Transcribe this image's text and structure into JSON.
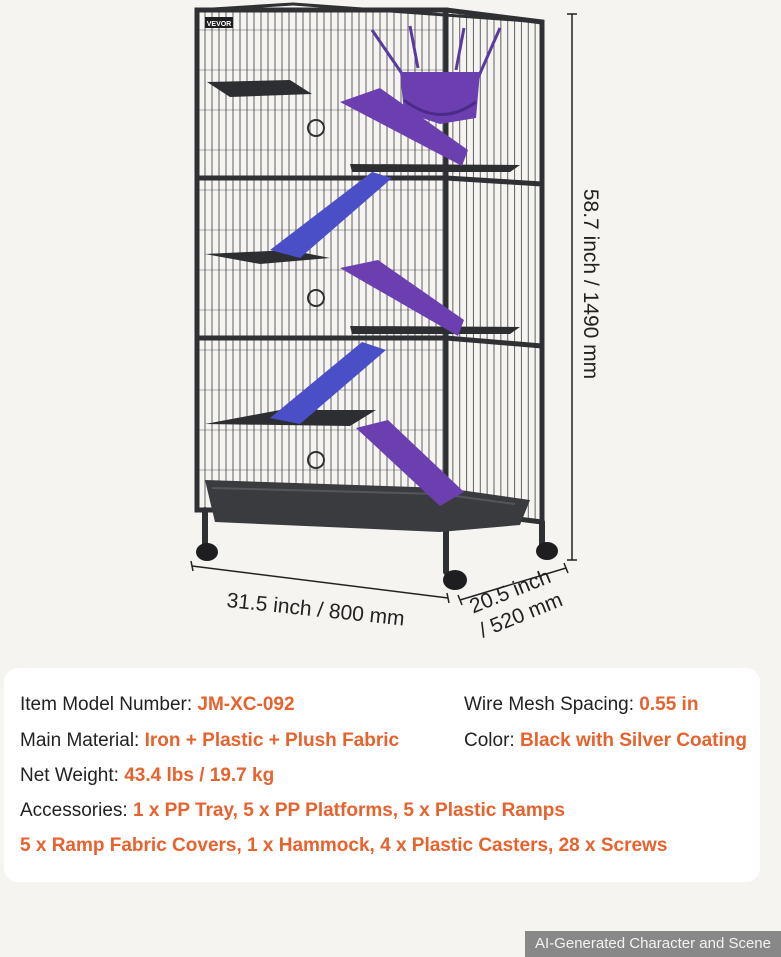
{
  "product": {
    "brand_label": "VEVOR",
    "colors": {
      "frame": "#2f3033",
      "ramp_blue": "#4a4fc8",
      "ramp_purple": "#6b3fb0",
      "accent_orange": "#e8622e"
    }
  },
  "dimensions": {
    "height": "58.7 inch / 1490 mm",
    "width": "31.5 inch / 800 mm",
    "depth_line1": "20.5 inch",
    "depth_line2": "/ 520 mm"
  },
  "specs": {
    "model_label": "Item Model Number: ",
    "model_value": "JM-XC-092",
    "mesh_label": "Wire Mesh Spacing: ",
    "mesh_value": "0.55 in",
    "material_label": "Main Material: ",
    "material_value": "Iron + Plastic + Plush Fabric",
    "color_label": "Color: ",
    "color_value": "Black with Silver Coating",
    "weight_label": "Net Weight: ",
    "weight_value": "43.4 lbs / 19.7 kg",
    "accessories_label": "Accessories: ",
    "accessories_value": "1 x PP Tray, 5 x PP Platforms, 5 x Plastic Ramps",
    "accessories_value2": "5 x Ramp Fabric Covers, 1 x Hammock, 4 x Plastic Casters, 28 x Screws"
  },
  "badge": {
    "text": "AI-Generated Character and Scene"
  }
}
